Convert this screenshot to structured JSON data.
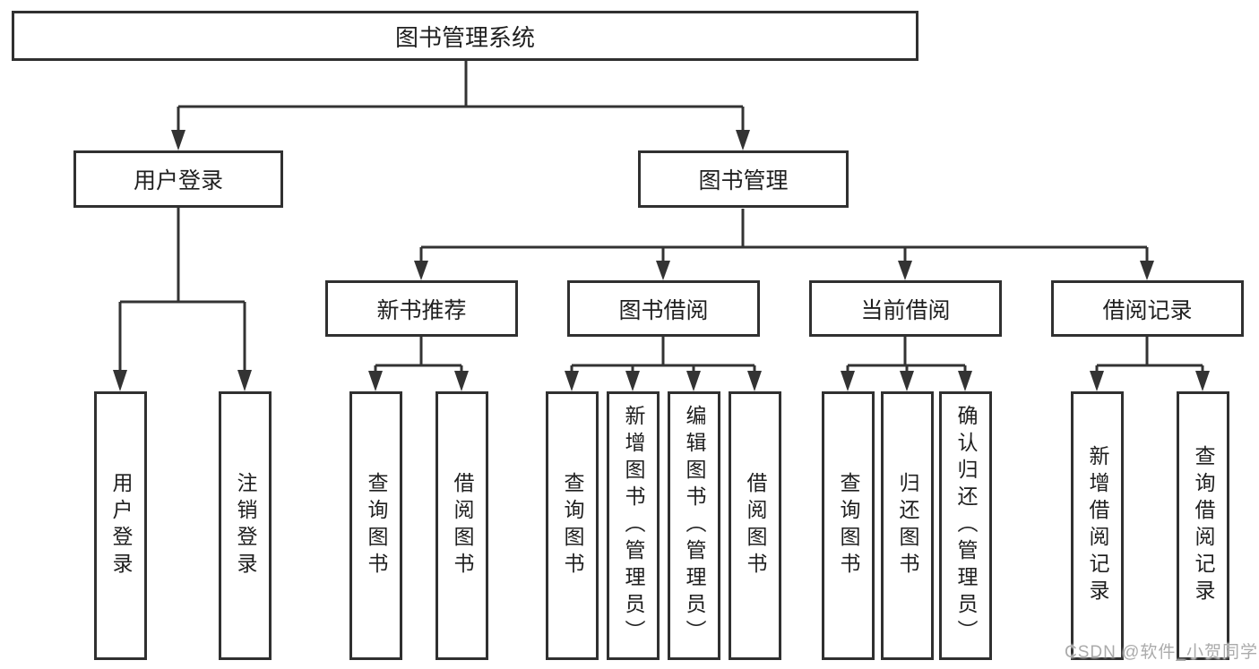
{
  "tree": {
    "root": {
      "label": "图书管理系统"
    },
    "children": [
      {
        "label": "用户登录",
        "children": [
          {
            "label": "用户登录"
          },
          {
            "label": "注销登录"
          }
        ]
      },
      {
        "label": "图书管理",
        "children": [
          {
            "label": "新书推荐",
            "children": [
              {
                "label": "查询图书"
              },
              {
                "label": "借阅图书"
              }
            ]
          },
          {
            "label": "图书借阅",
            "children": [
              {
                "label": "查询图书"
              },
              {
                "label": "新增图书（管理员）"
              },
              {
                "label": "编辑图书（管理员）"
              },
              {
                "label": "借阅图书"
              }
            ]
          },
          {
            "label": "当前借阅",
            "children": [
              {
                "label": "查询图书"
              },
              {
                "label": "归还图书"
              },
              {
                "label": "确认归还（管理员）"
              }
            ]
          },
          {
            "label": "借阅记录",
            "children": [
              {
                "label": "新增借阅记录"
              },
              {
                "label": "查询借阅记录"
              }
            ]
          }
        ]
      }
    ]
  },
  "watermark": {
    "text": "CSDN @软件_小贺同学"
  },
  "colors": {
    "line": "#333333",
    "box_border": "#303030",
    "text": "#1f1f1f",
    "watermark": "#ababab",
    "background": "#ffffff"
  }
}
